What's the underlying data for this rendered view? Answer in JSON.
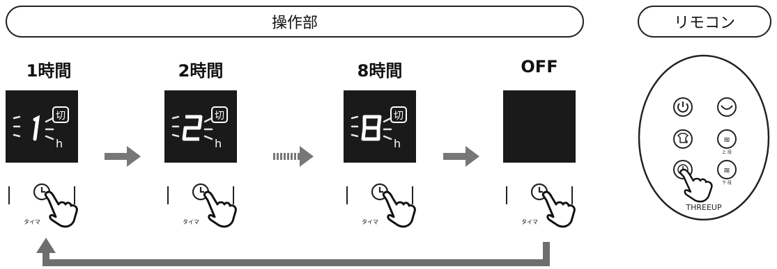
{
  "header": {
    "panel_title": "操作部",
    "remote_title": "リモコン"
  },
  "steps": [
    {
      "label": "1時間",
      "digit": "1",
      "off_label": "切",
      "unit": "h"
    },
    {
      "label": "2時間",
      "digit": "2",
      "off_label": "切",
      "unit": "h"
    },
    {
      "label": "8時間",
      "digit": "8",
      "off_label": "切",
      "unit": "h"
    },
    {
      "label": "OFF"
    }
  ],
  "button": {
    "timer_label": "タイマ"
  },
  "remote": {
    "brand": "THREEUP",
    "upper_label": "上 段",
    "lower_label": "下 段"
  },
  "colors": {
    "display_bg": "#1a1a1a",
    "arrow": "#777777",
    "loop_arrow": "#6e6e6e"
  }
}
